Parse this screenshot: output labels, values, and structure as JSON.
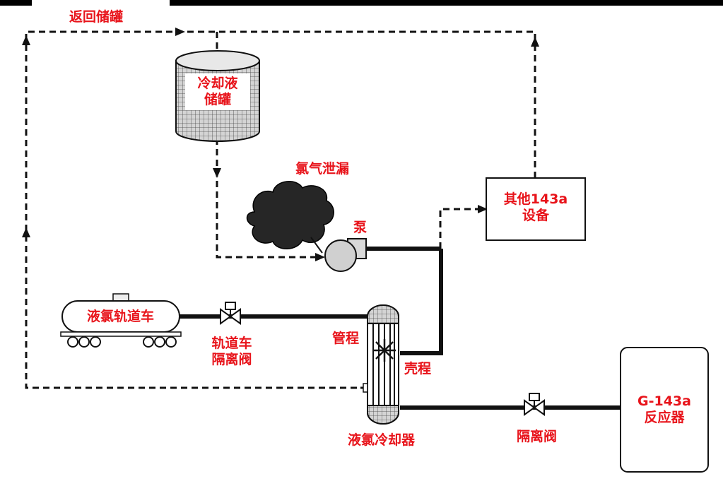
{
  "labels": {
    "return_to_tank": "返回储罐",
    "coolant_tank_line1": "冷却液",
    "coolant_tank_line2": "储罐",
    "chlorine_leak": "氯气泄漏",
    "pump": "泵",
    "other_equipment_line1": "其他143a",
    "other_equipment_line2": "设备",
    "rail_car": "液氯轨道车",
    "rail_car_valve_line1": "轨道车",
    "rail_car_valve_line2": "隔离阀",
    "tube_side": "管程",
    "shell_side": "壳程",
    "chlorine_cooler": "液氯冷却器",
    "isolation_valve": "隔离阀",
    "reactor_line1": "G-143a",
    "reactor_line2": "反应器"
  },
  "colors": {
    "label_red": "#e8141b",
    "line_black": "#111111",
    "tank_fill": "#cfcfcf",
    "cloud_fill": "#2a2a2a"
  }
}
